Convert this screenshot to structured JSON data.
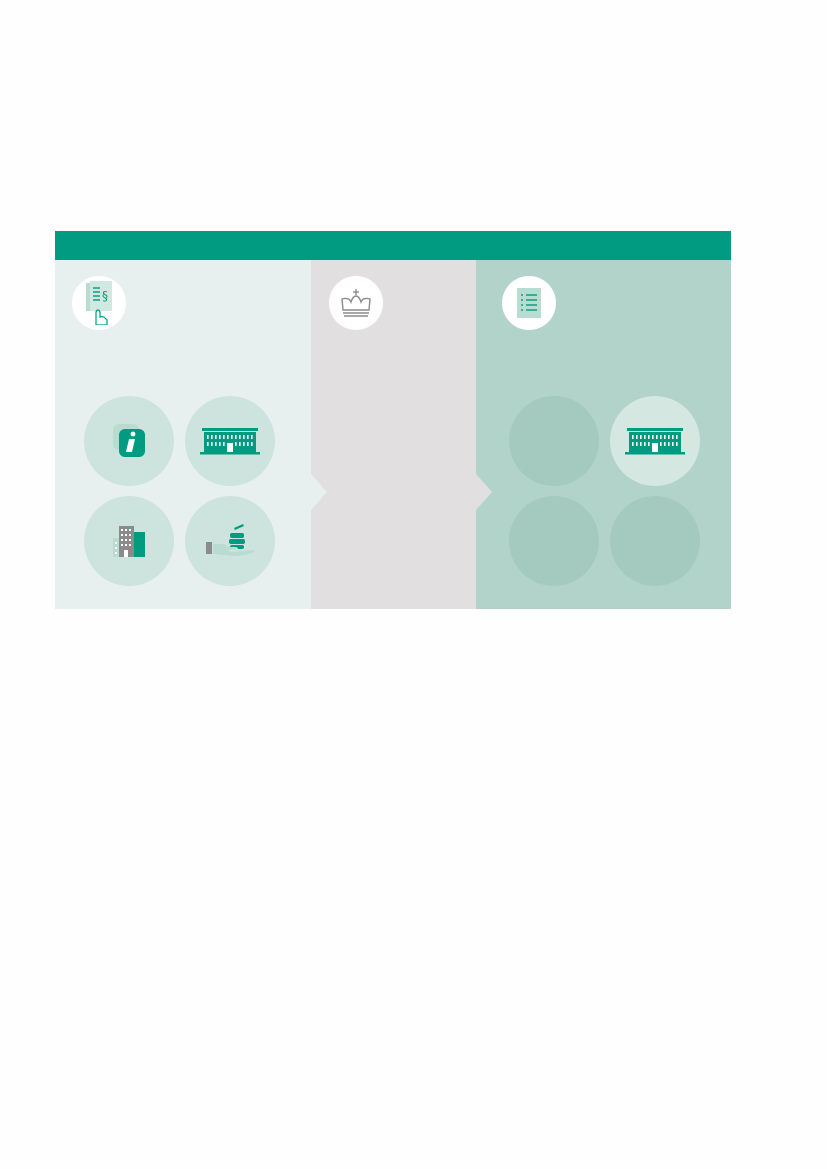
{
  "colors": {
    "accent": "#009b80",
    "panel_left": "#e7f0ee",
    "panel_middle": "#e1dfe0",
    "panel_right": "#b1d3c9",
    "circle_left": "#cde3dd",
    "circle_right_muted": "#a4cabf",
    "circle_right_highlight": "#d5e7e1",
    "icon_gray": "#8b8b8b",
    "icon_light": "#b9dcd1"
  },
  "diagram": {
    "panels": [
      {
        "id": "legislation",
        "header_icon": "document-paragraph-hand-icon",
        "circles": [
          {
            "icon": "information-icon",
            "state": "active"
          },
          {
            "icon": "government-building-icon",
            "state": "active"
          },
          {
            "icon": "office-building-icon",
            "state": "active"
          },
          {
            "icon": "hand-coins-icon",
            "state": "active"
          }
        ]
      },
      {
        "id": "royal",
        "header_icon": "crown-icon",
        "circles": []
      },
      {
        "id": "list",
        "header_icon": "checklist-icon",
        "circles": [
          {
            "icon": null,
            "state": "muted"
          },
          {
            "icon": "government-building-icon",
            "state": "highlight"
          },
          {
            "icon": null,
            "state": "muted"
          },
          {
            "icon": null,
            "state": "muted"
          }
        ]
      }
    ]
  }
}
